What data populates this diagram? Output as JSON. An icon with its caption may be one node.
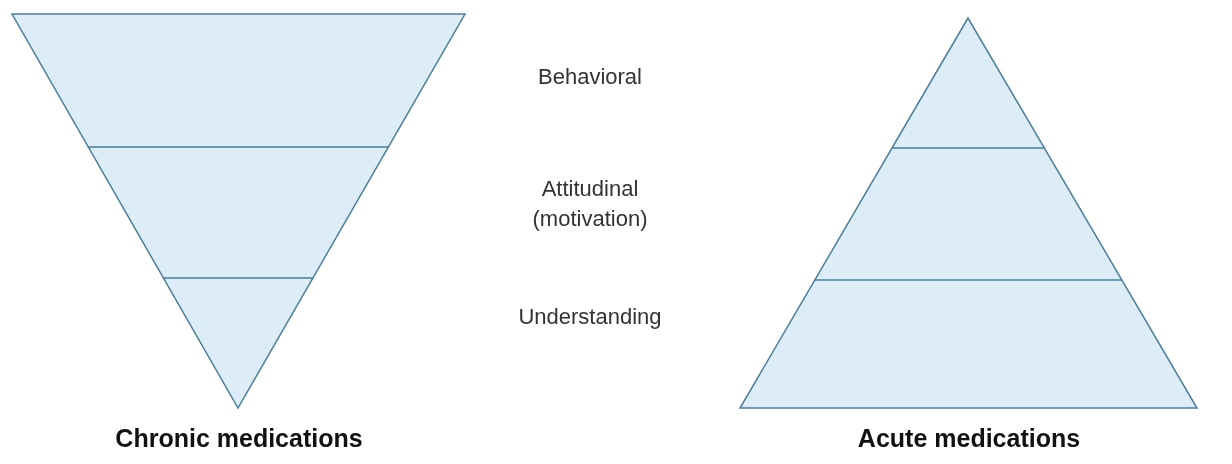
{
  "diagram": {
    "nodes": [
      {
        "text": [
          "Chronic medications"
        ]
      },
      {
        "text": [
          "Acute medications"
        ]
      }
    ],
    "labels": [
      "Behavioral",
      "Attitudinal (motivation)",
      "Understanding"
    ]
  }
}
